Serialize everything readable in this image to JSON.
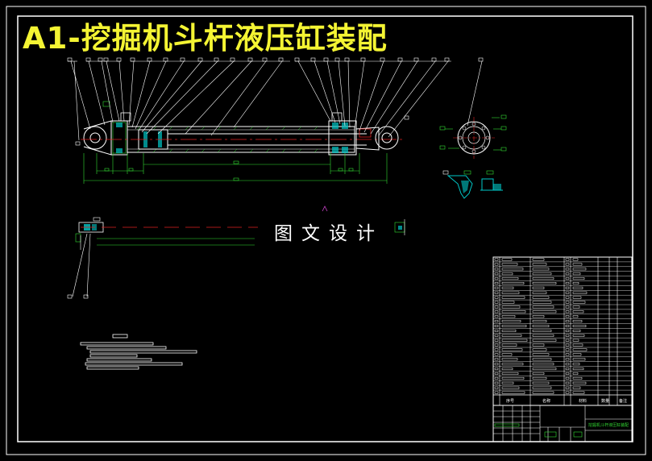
{
  "drawing": {
    "title": "A1-挖掘机斗杆液压缸装配",
    "watermark": "图文设计",
    "title_block": {
      "col_seq": "序号",
      "col_name": "名称",
      "col_material": "材料",
      "col_qty": "数量",
      "col_remark": "备注",
      "drawing_name": "挖掘机斗杆液压缸装配"
    }
  },
  "colors": {
    "background": "#000000",
    "frame": "#ffffff",
    "title": "#f4f433",
    "outline": "#ffffff",
    "hidden_line": "#33dd33",
    "center_line": "#e02020",
    "section": "#00c8c8",
    "dimension": "#33dd33",
    "leader": "#ffffff"
  }
}
